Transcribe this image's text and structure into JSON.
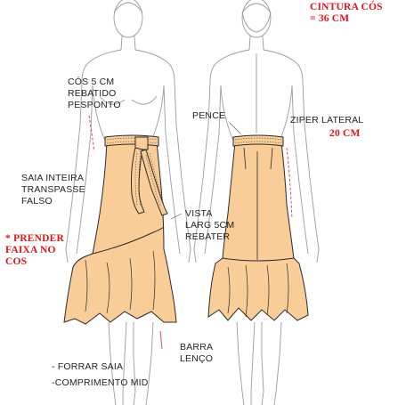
{
  "labels": {
    "cos": [
      "CÓS 5 CM",
      "REBATIDO",
      "PESPONTO"
    ],
    "saia_inteira": [
      "SAIA INTEIRA",
      "TRANSPASSE",
      "FALSO"
    ],
    "prender": [
      "* PRENDER",
      "FAIXA NO",
      "COS"
    ],
    "vista": [
      "VISTA",
      "LARG 5CM",
      "REBATER"
    ],
    "barra": [
      "BARRA",
      "LENÇO"
    ],
    "notes": [
      "- FORRAR SAIA",
      "-COMPRIMENTO MID"
    ],
    "pence": "PENCE",
    "ziper": "ZIPER LATERAL",
    "ziper_size": "20 CM",
    "cintura": [
      "CINTURA CÓS",
      "= 36 CM"
    ]
  },
  "colors": {
    "skirt_fill": "#f9cd97",
    "outline": "#2a2a2a",
    "figure_line": "#9a9a9a",
    "note_red": "#e0161b",
    "guide_red": "#e03a3a"
  }
}
